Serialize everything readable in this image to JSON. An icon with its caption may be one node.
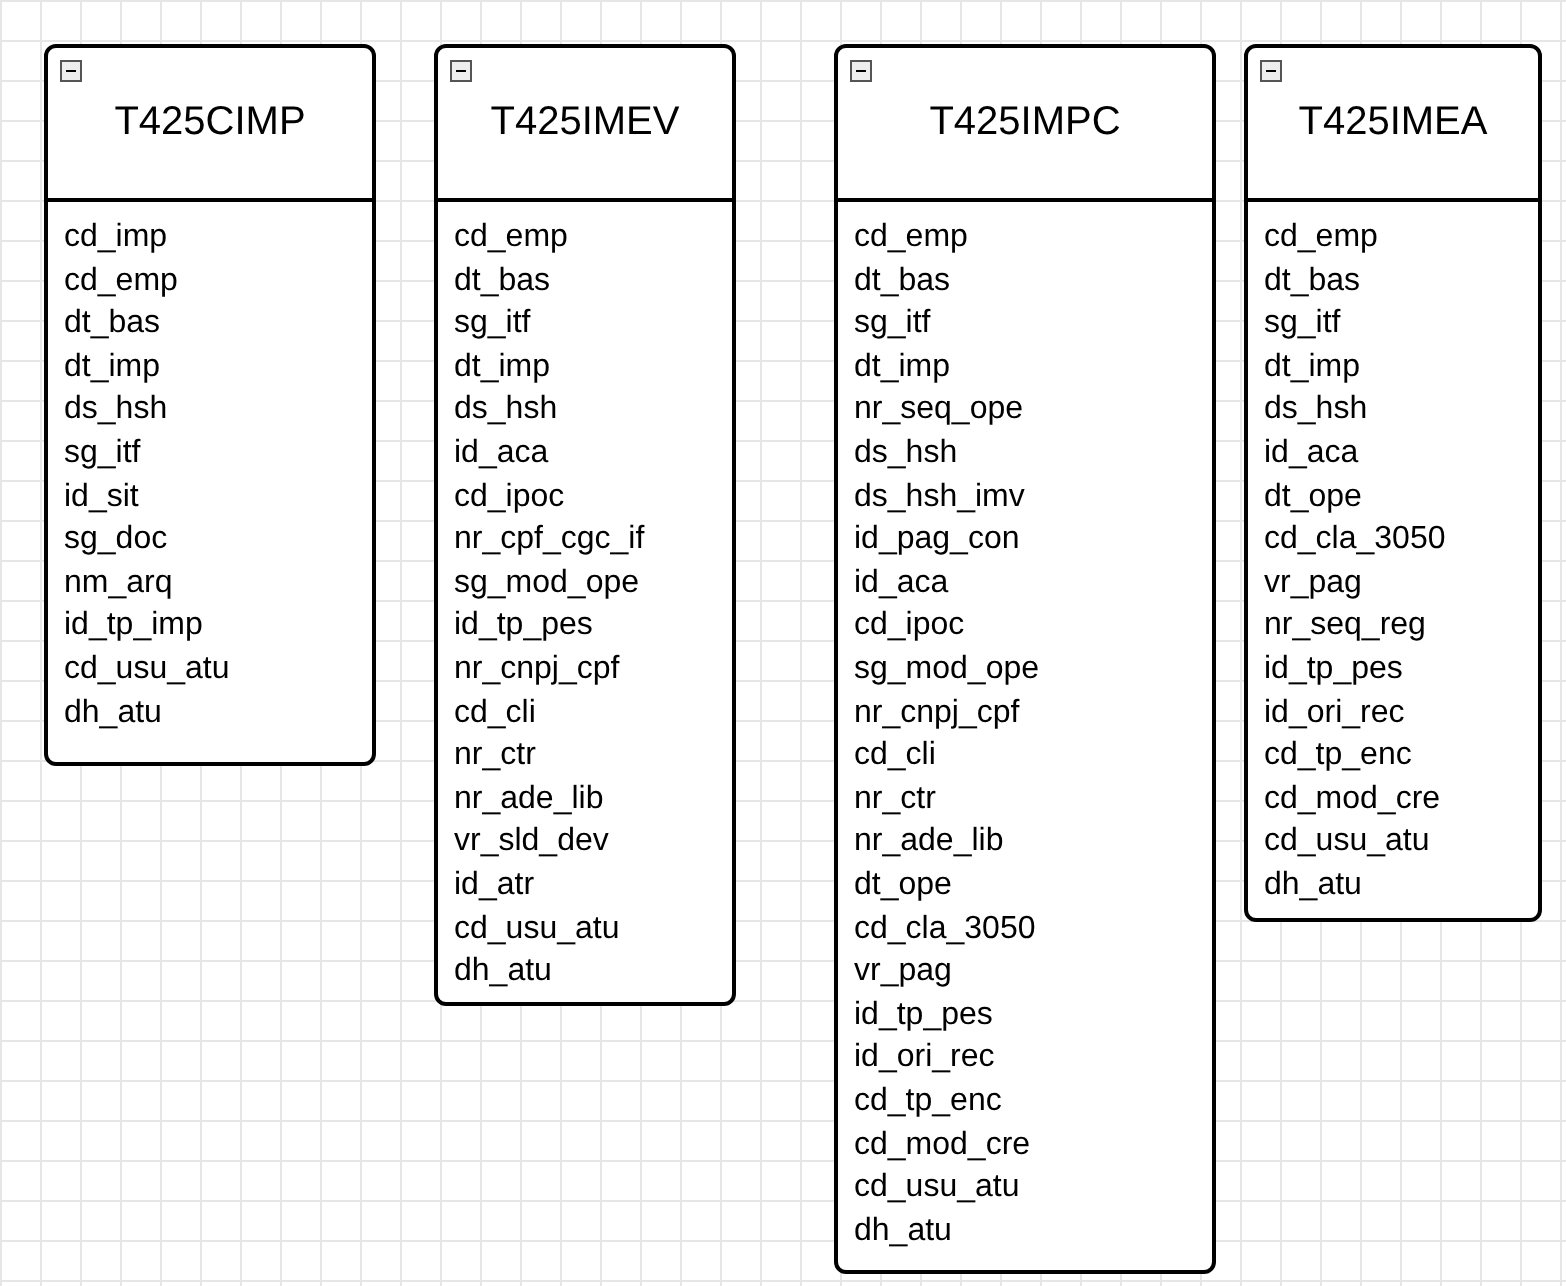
{
  "diagram": {
    "nodes": [
      {
        "text": [
          "T425CIMP",
          "cd_imp",
          "cd_emp",
          "dt_bas",
          "dt_imp",
          "ds_hsh",
          "sg_itf",
          "id_sit",
          "sg_doc",
          "nm_arq",
          "id_tp_imp",
          "cd_usu_atu",
          "dh_atu"
        ]
      },
      {
        "text": [
          "T425IMEV",
          "cd_emp",
          "dt_bas",
          "sg_itf",
          "dt_imp",
          "ds_hsh",
          "id_aca",
          "cd_ipoc",
          "nr_cpf_cgc_if",
          "sg_mod_ope",
          "id_tp_pes",
          "nr_cnpj_cpf",
          "cd_cli",
          "nr_ctr",
          "nr_ade_lib",
          "vr_sld_dev",
          "id_atr",
          "cd_usu_atu",
          "dh_atu"
        ]
      },
      {
        "text": [
          "T425IMPC",
          "cd_emp",
          "dt_bas",
          "sg_itf",
          "dt_imp",
          "nr_seq_ope",
          "ds_hsh",
          "ds_hsh_imv",
          "id_pag_con",
          "id_aca",
          "cd_ipoc",
          "sg_mod_ope",
          "nr_cnpj_cpf",
          "cd_cli",
          "nr_ctr",
          "nr_ade_lib",
          "dt_ope",
          "cd_cla_3050",
          "vr_pag",
          "id_tp_pes",
          "id_ori_rec",
          "cd_tp_enc",
          "cd_mod_cre",
          "cd_usu_atu",
          "dh_atu"
        ]
      },
      {
        "text": [
          "T425IMEA",
          "cd_emp",
          "dt_bas",
          "sg_itf",
          "dt_imp",
          "ds_hsh",
          "id_aca",
          "dt_ope",
          "cd_cla_3050",
          "vr_pag",
          "nr_seq_reg",
          "id_tp_pes",
          "id_ori_rec",
          "cd_tp_enc",
          "cd_mod_cre",
          "cd_usu_atu",
          "dh_atu"
        ]
      }
    ]
  }
}
